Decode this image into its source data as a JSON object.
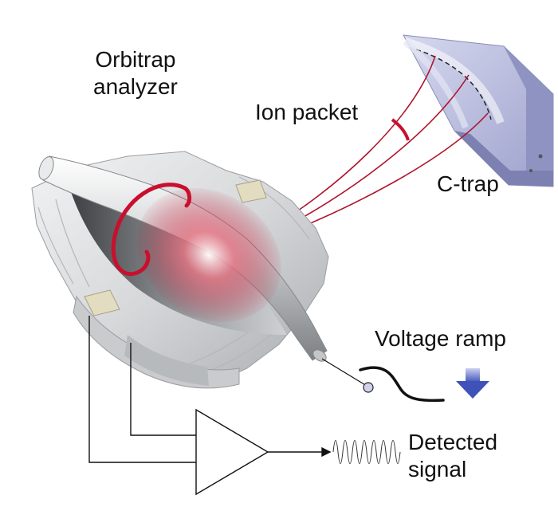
{
  "labels": {
    "orbitrap_line1": "Orbitrap",
    "orbitrap_line2": "analyzer",
    "ion_packet": "Ion packet",
    "c_trap": "C-trap",
    "voltage_ramp": "Voltage ramp",
    "detected_line1": "Detected",
    "detected_line2": "signal"
  },
  "colors": {
    "ion_red": "#c8102e",
    "ramp_arrow": "#4a5fc0",
    "electrode_gray": "#d4d6d8",
    "ctrap_blue": "#b6b9dd"
  }
}
